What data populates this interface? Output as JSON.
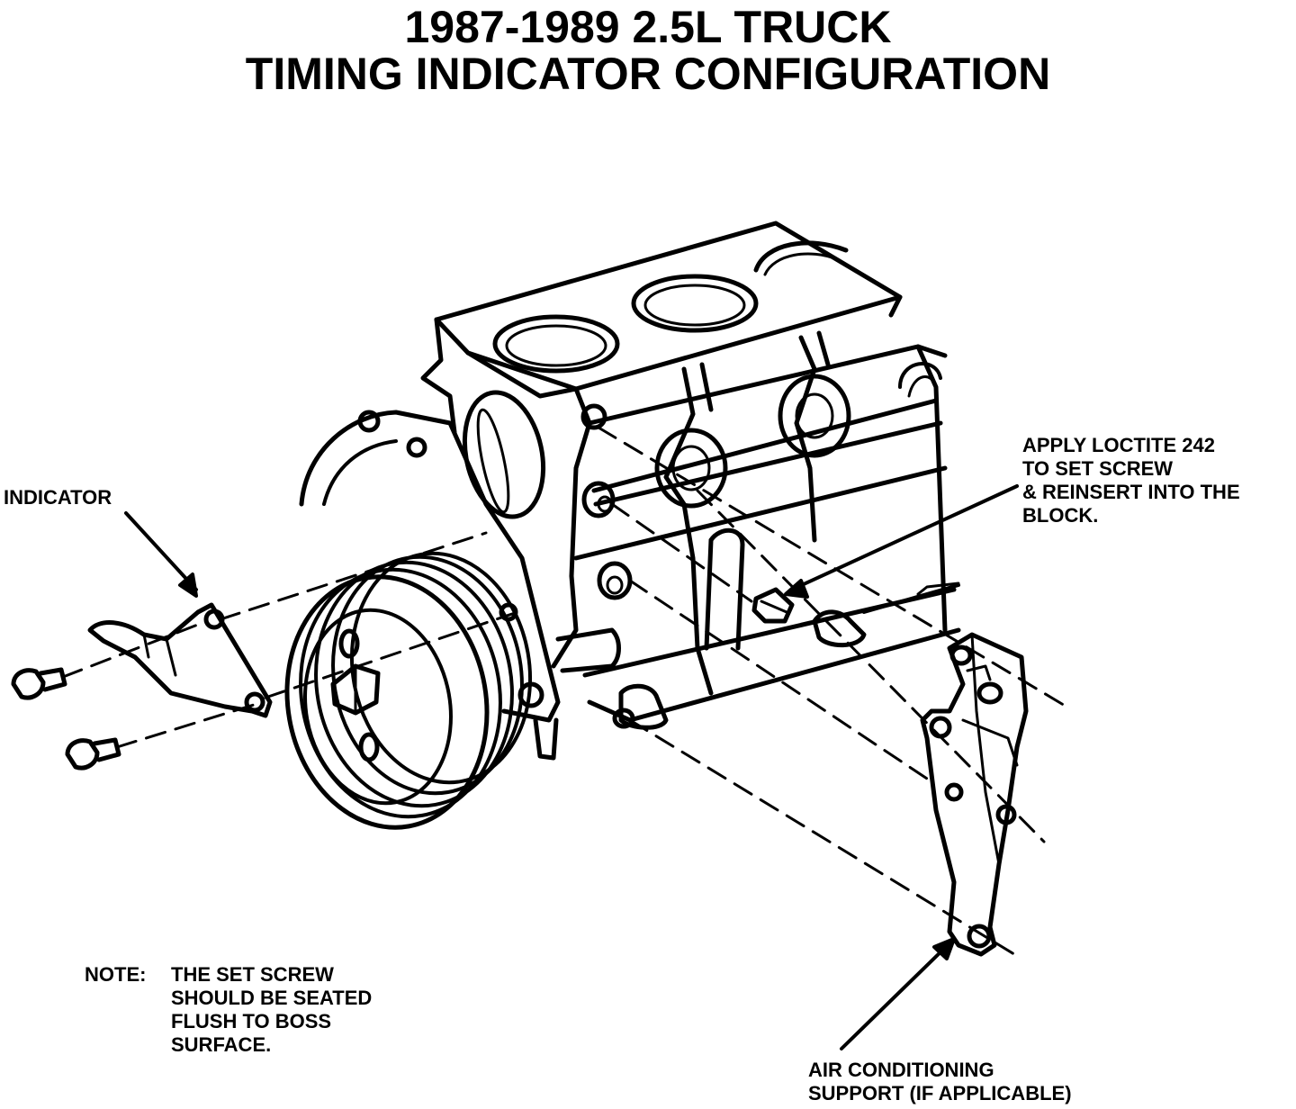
{
  "title": {
    "line1": "1987-1989 2.5L TRUCK",
    "line2": "TIMING INDICATOR CONFIGURATION"
  },
  "labels": {
    "indicator": "INDICATOR",
    "loctite": [
      "APPLY LOCTITE 242",
      "TO SET SCREW",
      "& REINSERT INTO THE",
      "BLOCK."
    ],
    "note_head": "NOTE:",
    "note": [
      "THE SET SCREW",
      "SHOULD BE SEATED",
      "FLUSH TO BOSS",
      "SURFACE."
    ],
    "ac_support": [
      "AIR CONDITIONING",
      "SUPPORT (IF APPLICABLE)"
    ]
  },
  "colors": {
    "ink": "#000000",
    "paper": "#ffffff"
  }
}
